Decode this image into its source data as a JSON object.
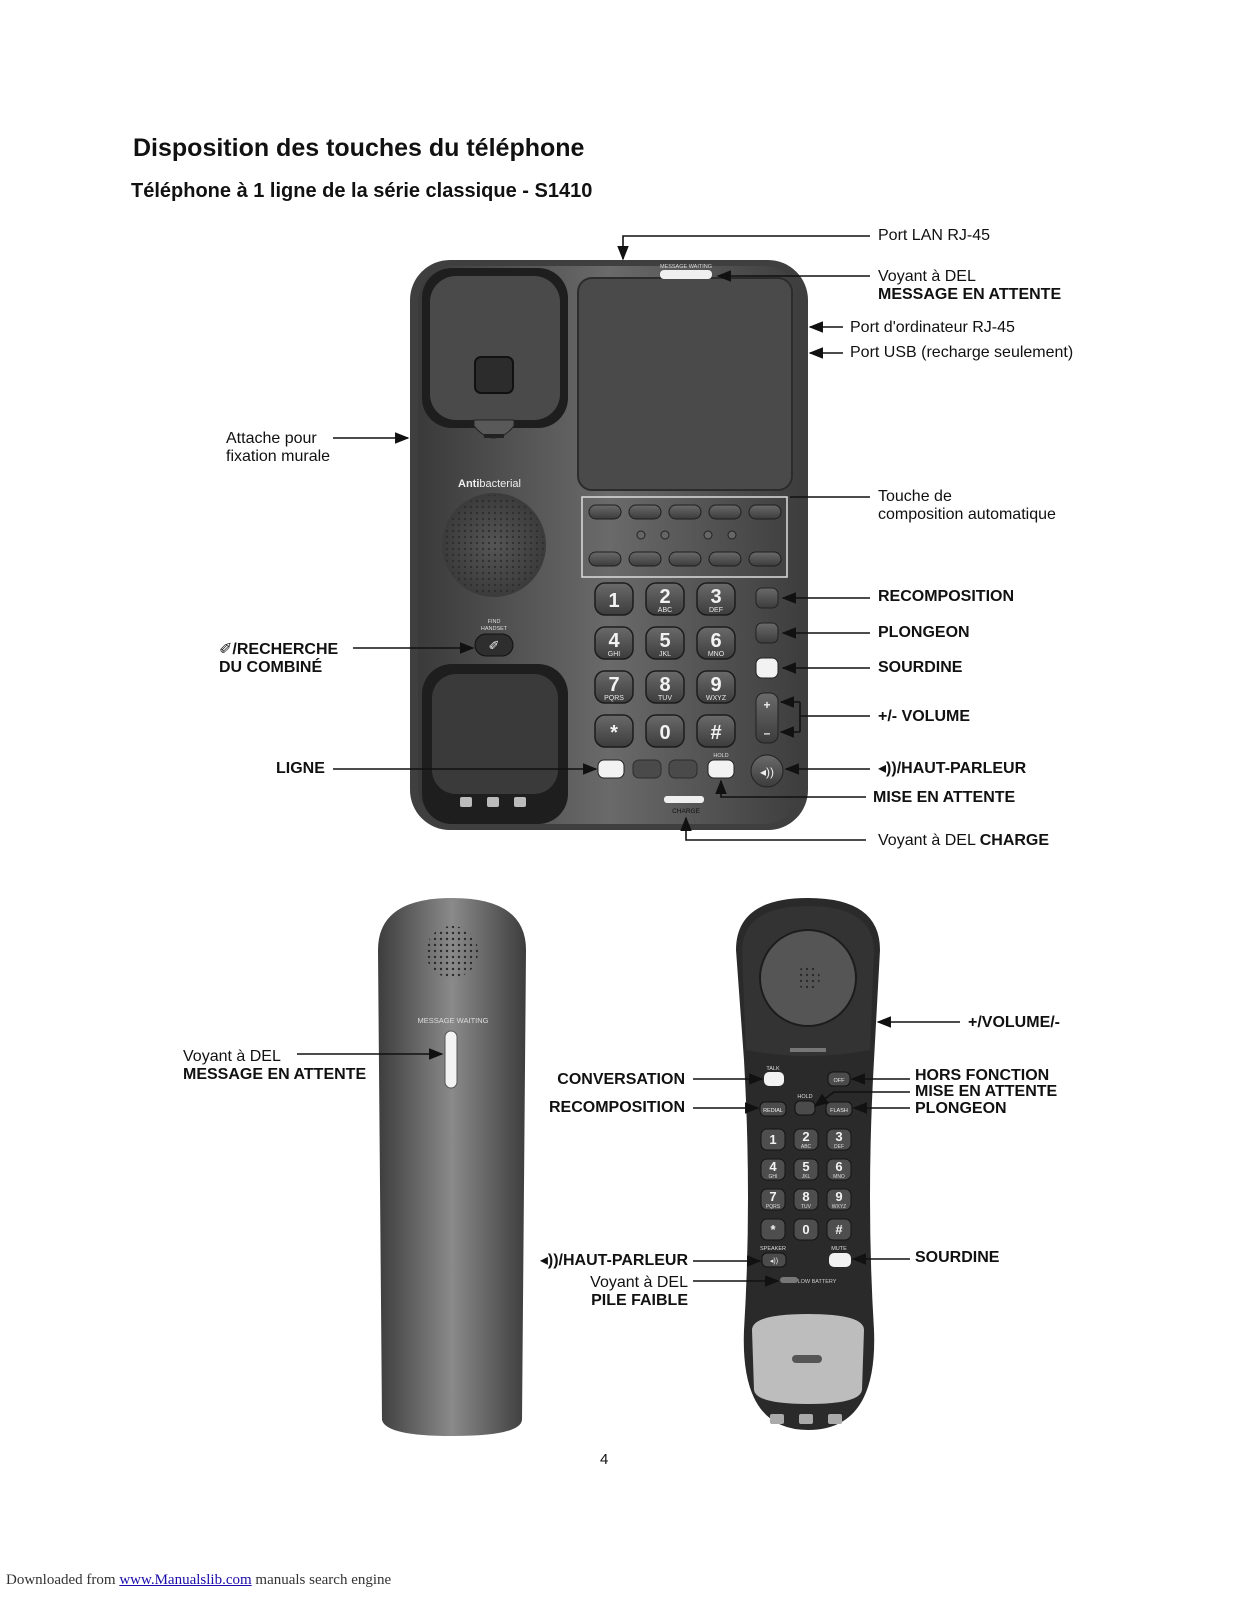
{
  "heading": "Disposition des touches du téléphone",
  "subheading": "Téléphone à 1 ligne de la série classique - S1410",
  "page_number": "4",
  "footer": {
    "prefix": "Downloaded from ",
    "link": "www.Manualslib.com",
    "suffix": " manuals search engine"
  },
  "base_labels": {
    "lan_port": "Port LAN RJ-45",
    "mw_led_line1": "Voyant à DEL",
    "mw_led_line2": "MESSAGE EN ATTENTE",
    "pc_port": "Port d'ordinateur RJ-45",
    "usb_port": "Port USB (recharge seulement)",
    "wall_clip_line1": "Attache pour",
    "wall_clip_line2": "fixation murale",
    "autodial_line1": "Touche de",
    "autodial_line2": "composition automatique",
    "redial": "RECOMPOSITION",
    "flash": "PLONGEON",
    "mute": "SOURDINE",
    "find_line1": "/RECHERCHE",
    "find_line2": "DU COMBINÉ",
    "volume": "+/- VOLUME",
    "line": "LIGNE",
    "speaker": "/HAUT-PARLEUR",
    "hold": "MISE EN ATTENTE",
    "charge_prefix": "Voyant à DEL ",
    "charge_bold": "CHARGE"
  },
  "handset_labels": {
    "mw_led_line1": "Voyant à DEL",
    "mw_led_line2": "MESSAGE EN ATTENTE",
    "volume": "+/VOLUME/-",
    "talk": "CONVERSATION",
    "redial": "RECOMPOSITION",
    "off": "HORS FONCTION",
    "hold": "MISE EN ATTENTE",
    "flash": "PLONGEON",
    "speaker": "/HAUT-PARLEUR",
    "mute": "SOURDINE",
    "low_batt_line1": "Voyant à DEL",
    "low_batt_line2": "PILE FAIBLE"
  },
  "device_print": {
    "message_waiting": "MESSAGE WAITING",
    "antibacterial_bold": "Anti",
    "antibacterial_rest": "bacterial",
    "find_handset_1": "FIND",
    "find_handset_2": "HANDSET",
    "charge": "CHARGE",
    "hold": "HOLD",
    "talk": "TALK",
    "off": "OFF",
    "redial": "REDIAL",
    "flash": "FLASH",
    "speaker": "SPEAKER",
    "mute": "MUTE",
    "low_battery": "LOW BATTERY",
    "handset_mw": "MESSAGE WAITING"
  },
  "keypad": [
    {
      "d": "1",
      "l": ""
    },
    {
      "d": "2",
      "l": "ABC"
    },
    {
      "d": "3",
      "l": "DEF"
    },
    {
      "d": "4",
      "l": "GHI"
    },
    {
      "d": "5",
      "l": "JKL"
    },
    {
      "d": "6",
      "l": "MNO"
    },
    {
      "d": "7",
      "l": "PQRS"
    },
    {
      "d": "8",
      "l": "TUV"
    },
    {
      "d": "9",
      "l": "WXYZ"
    },
    {
      "d": "*",
      "l": ""
    },
    {
      "d": "0",
      "l": ""
    },
    {
      "d": "#",
      "l": ""
    }
  ]
}
